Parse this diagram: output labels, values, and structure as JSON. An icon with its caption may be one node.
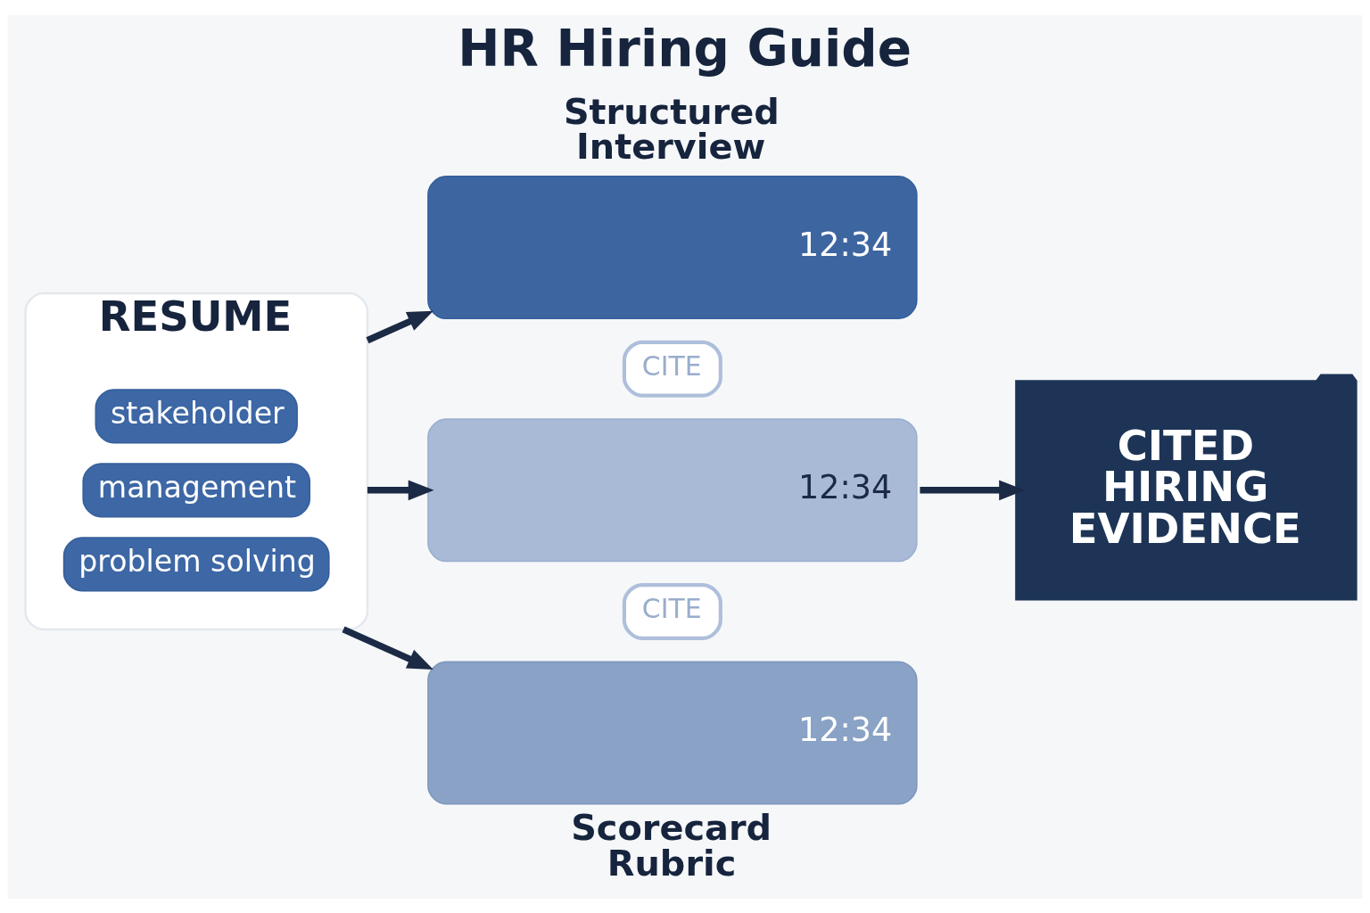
{
  "diagram": {
    "title": "HR Hiring Guide",
    "nodes": [
      {
        "text": [
          "RESUME"
        ]
      },
      {
        "text": [
          "stakeholder"
        ],
        "in": 0
      },
      {
        "text": [
          "management"
        ],
        "in": 0
      },
      {
        "text": [
          "problem solving"
        ],
        "in": 0
      },
      {
        "text": [
          "Structured Interview",
          "12:34"
        ]
      },
      {
        "text": [
          "CITE"
        ]
      },
      {
        "text": [
          "12:34"
        ]
      },
      {
        "text": [
          "CITE"
        ]
      },
      {
        "text": [
          "12:34",
          "Scorecard Rubric"
        ]
      },
      {
        "text": [
          "CITED HIRING EVIDENCE"
        ]
      }
    ],
    "edges": [
      {
        "from": 0,
        "to": 4,
        "arrow": "to"
      },
      {
        "from": 0,
        "to": 6,
        "arrow": "to"
      },
      {
        "from": 0,
        "to": 8,
        "arrow": "to"
      },
      {
        "from": 6,
        "to": 9,
        "arrow": "to"
      }
    ]
  }
}
